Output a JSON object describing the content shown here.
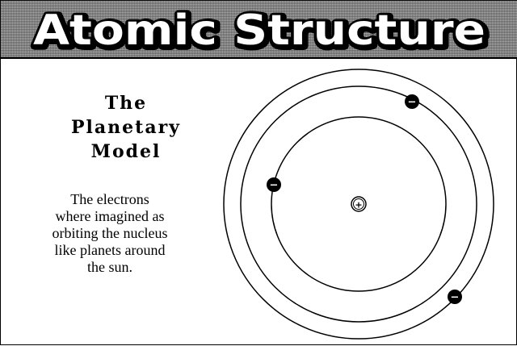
{
  "title": "Atomic Structure",
  "heading": [
    "The",
    "Planetary",
    "Model"
  ],
  "description": [
    "The electrons",
    "where imagined as",
    "orbiting the nucleus",
    "like planets around",
    "the sun."
  ],
  "nucleus_symbol": "+",
  "electron_symbol": "−",
  "colors": {
    "ink": "#000000",
    "paper": "#ffffff",
    "title_band": "#8a8a8a"
  }
}
